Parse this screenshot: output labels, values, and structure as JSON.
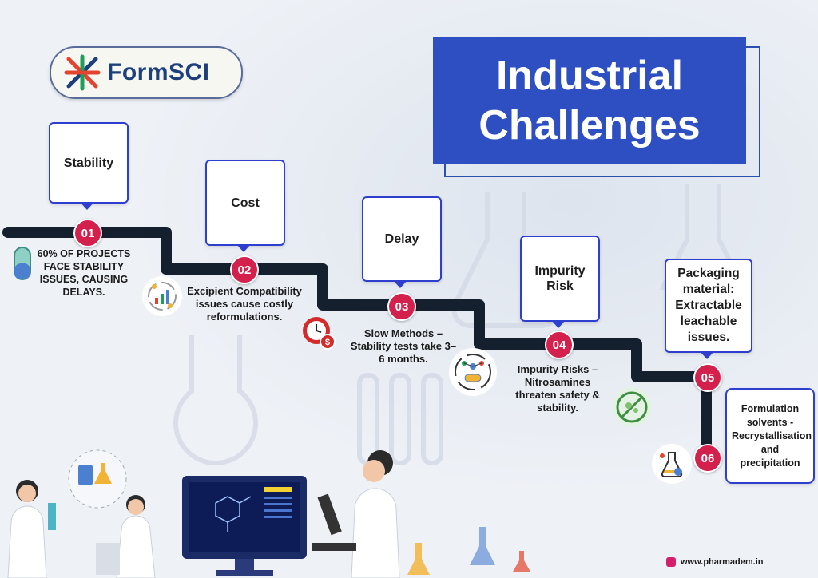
{
  "brand": {
    "logo_prefix": "Form",
    "logo_suffix": "SCI"
  },
  "title": {
    "line1": "Industrial",
    "line2": "Challenges"
  },
  "steps": [
    {
      "number": "01",
      "card": "Stability",
      "desc": "60% OF PROJECTS FACE STABILITY ISSUES, CAUSING DELAYS."
    },
    {
      "number": "02",
      "card": "Cost",
      "desc": "Excipient Compatibility issues cause costly reformulations."
    },
    {
      "number": "03",
      "card": "Delay",
      "desc": "Slow Methods – Stability tests take 3–6 months."
    },
    {
      "number": "04",
      "card": "Impurity Risk",
      "desc": "Impurity Risks – Nitrosamines threaten safety & stability."
    },
    {
      "number": "05",
      "card": "Packaging material: Extractable leachable issues."
    },
    {
      "number": "06",
      "desc": "Formulation solvents - Recrystallisation and precipitation"
    }
  ],
  "footer": {
    "website": "www.pharmadem.in"
  },
  "colors": {
    "accent": "#2e4fc2",
    "badge": "#d4204d",
    "path": "#14202e"
  }
}
